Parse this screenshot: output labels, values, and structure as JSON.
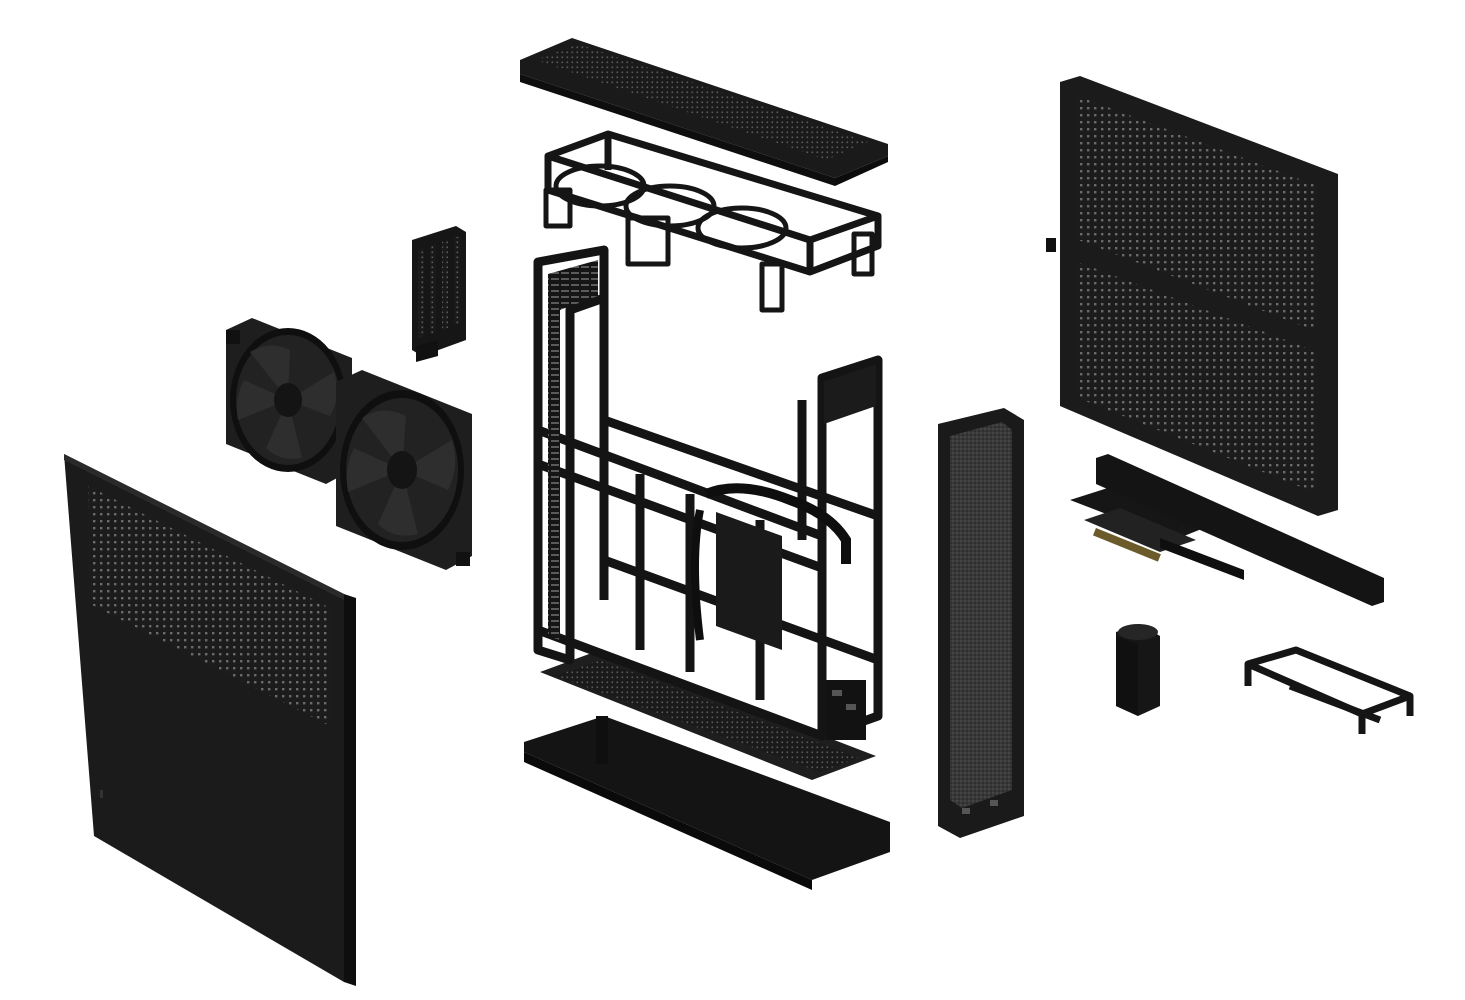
{
  "colors": {
    "background": "#ffffff",
    "panel": "#1c1c1c",
    "panel_dark": "#111111",
    "panel_edge": "#2c2c2c",
    "frame": "#161616",
    "perforation": "#6a6a6a",
    "fabric": "#3a3a3a",
    "fan_blade": "#262626"
  },
  "components": [
    "top-panel",
    "top-radiator-bracket",
    "pcie-slot-covers",
    "dual-fans",
    "left-side-panel",
    "main-chassis-frame",
    "base-stand",
    "front-dust-filter",
    "right-side-panel",
    "gpu-riser-bracket",
    "io-power-button-module",
    "drive-bracket"
  ]
}
